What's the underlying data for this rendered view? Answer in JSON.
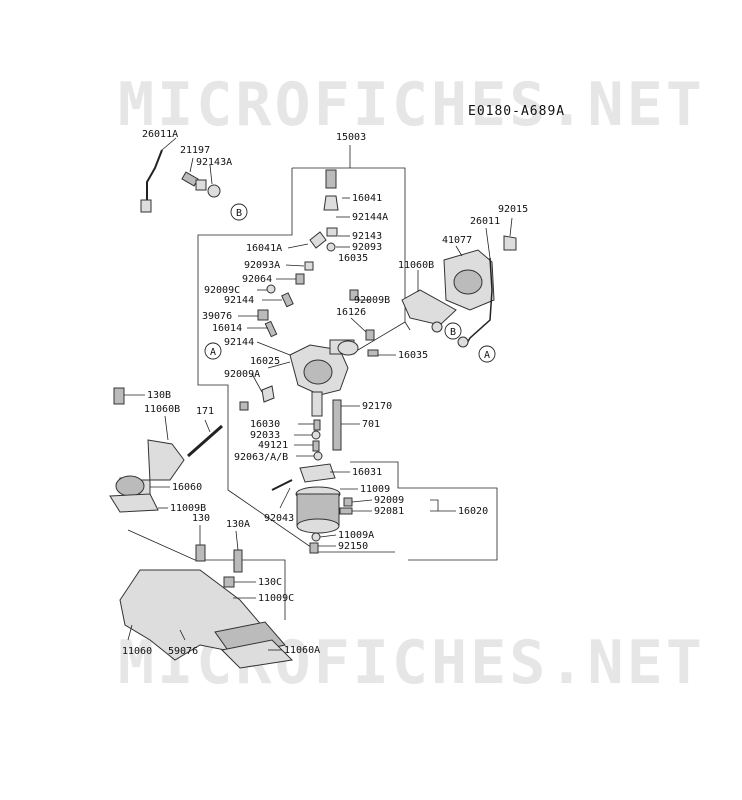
{
  "watermark": {
    "top": "MICROFICHES.NET",
    "bottom": "MICROFICHES.NET"
  },
  "reference_code": "E0180-A689A",
  "callouts": {
    "c1": "26011A",
    "c2": "21197",
    "c3": "92143A",
    "c4": "15003",
    "c5": "16041",
    "c6": "92144A",
    "c7": "92143",
    "c8": "16041A",
    "c9": "92093",
    "c10": "92093A",
    "c11": "16035",
    "c12": "92064",
    "c13": "92009C",
    "c14": "92144",
    "c15": "92009B",
    "c16": "39076",
    "c17": "16126",
    "c18": "16014",
    "c19": "92144",
    "c20": "16025",
    "c21": "16035",
    "c22": "92009A",
    "c23": "130B",
    "c24": "11060B",
    "c25": "171",
    "c26": "92170",
    "c27": "701",
    "c28": "16030",
    "c29": "92033",
    "c30": "49121",
    "c31": "92063/A/B",
    "c32": "16031",
    "c33": "16060",
    "c34": "11009",
    "c35": "92009",
    "c36": "92081",
    "c37": "16020",
    "c38": "11009B",
    "c39": "92043",
    "c40": "130",
    "c41": "130A",
    "c42": "11009A",
    "c43": "92150",
    "c44": "130C",
    "c45": "11009C",
    "c46": "11060",
    "c47": "59076",
    "c48": "11060A",
    "c49": "92015",
    "c50": "26011",
    "c51": "41077",
    "c52": "11060B"
  },
  "markers": {
    "a1": "A",
    "a2": "A",
    "b1": "B",
    "b2": "B"
  }
}
